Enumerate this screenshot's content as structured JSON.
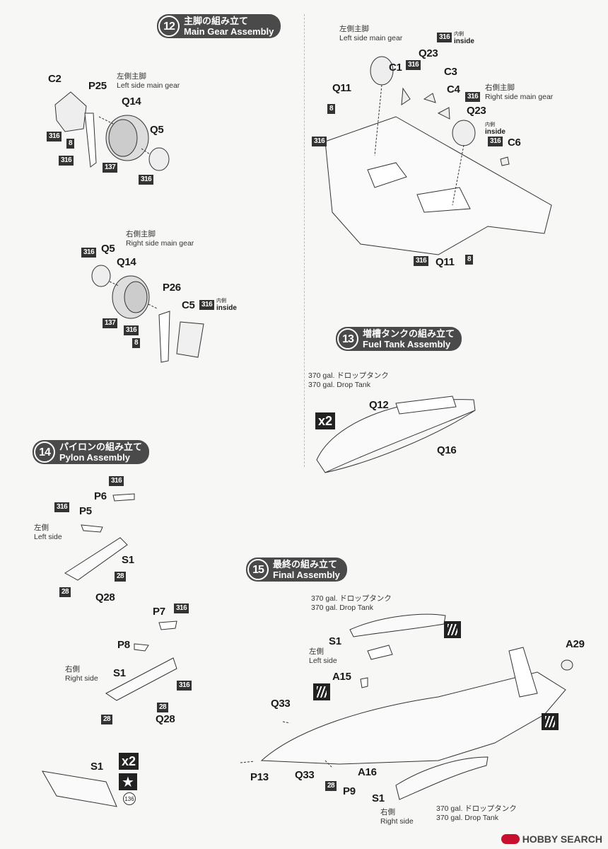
{
  "step12": {
    "num": "12",
    "jp": "主脚の組み立て",
    "en": "Main Gear Assembly"
  },
  "step13": {
    "num": "13",
    "jp": "増槽タンクの組み立て",
    "en": "Fuel Tank Assembly"
  },
  "step14": {
    "num": "14",
    "jp": "パイロンの組み立て",
    "en": "Pylon Assembly"
  },
  "step15": {
    "num": "15",
    "jp": "最終の組み立て",
    "en": "Final Assembly"
  },
  "notes": {
    "left_gear_jp": "左側主脚",
    "left_gear_en": "Left side main gear",
    "right_gear_jp": "右側主脚",
    "right_gear_en": "Right side main gear",
    "drop_tank_jp": "370 gal. ドロップタンク",
    "drop_tank_en": "370 gal. Drop Tank",
    "left_jp": "左側",
    "left_en": "Left side",
    "right_jp": "右側",
    "right_en": "Right side",
    "inside_jp": "内側",
    "inside_en": "inside"
  },
  "parts": {
    "C2": "C2",
    "P25": "P25",
    "Q14": "Q14",
    "Q5": "Q5",
    "P26": "P26",
    "C5": "C5",
    "Q23": "Q23",
    "C1": "C1",
    "C3": "C3",
    "Q11": "Q11",
    "C4": "C4",
    "C6": "C6",
    "Q12": "Q12",
    "Q16": "Q16",
    "P6": "P6",
    "P5": "P5",
    "S1": "S1",
    "Q28": "Q28",
    "P7": "P7",
    "P8": "P8",
    "A29": "A29",
    "A15": "A15",
    "Q33": "Q33",
    "P13": "P13",
    "A16": "A16",
    "P9": "P9"
  },
  "paint": {
    "c316": "316",
    "c8": "8",
    "c137": "137",
    "c28": "28",
    "c136": "136"
  },
  "multiplier": "x2",
  "star": "★",
  "watermark": "HOBBY SEARCH"
}
